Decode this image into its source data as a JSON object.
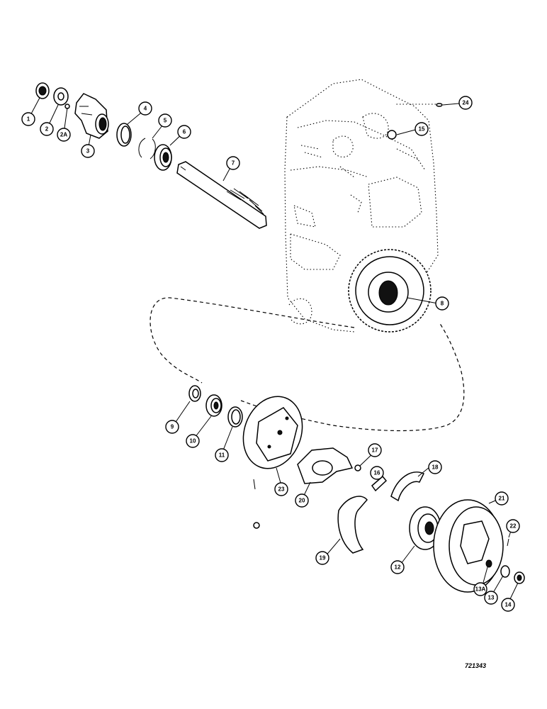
{
  "figure_number": "721343",
  "callouts": [
    {
      "label": "1"
    },
    {
      "label": "2"
    },
    {
      "label": "2A"
    },
    {
      "label": "3"
    },
    {
      "label": "4"
    },
    {
      "label": "5"
    },
    {
      "label": "6"
    },
    {
      "label": "7"
    },
    {
      "label": "8"
    },
    {
      "label": "9"
    },
    {
      "label": "10"
    },
    {
      "label": "11"
    },
    {
      "label": "12"
    },
    {
      "label": "13"
    },
    {
      "label": "13A"
    },
    {
      "label": "14"
    },
    {
      "label": "15"
    },
    {
      "label": "16"
    },
    {
      "label": "17"
    },
    {
      "label": "18"
    },
    {
      "label": "19"
    },
    {
      "label": "20"
    },
    {
      "label": "21"
    },
    {
      "label": "22"
    },
    {
      "label": "23"
    },
    {
      "label": "24"
    }
  ]
}
